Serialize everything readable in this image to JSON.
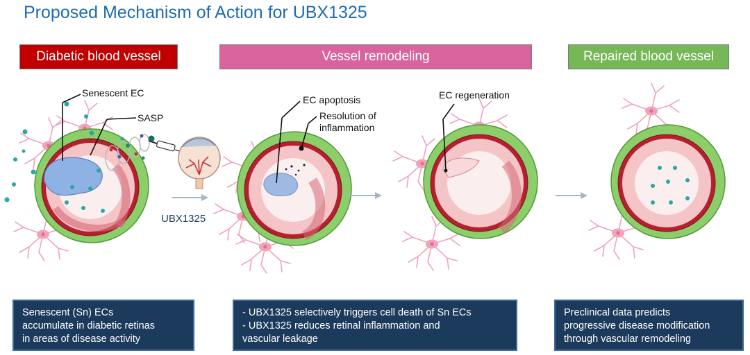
{
  "title": "Proposed Mechanism of Action for UBX1325",
  "stages": {
    "diabetic": "Diabetic blood vessel",
    "remodeling": "Vessel remodeling",
    "repaired": "Repaired blood vessel"
  },
  "labels": {
    "senescent_ec": "Senescent EC",
    "sasp": "SASP",
    "drug": "UBX1325",
    "ec_apoptosis": "EC apoptosis",
    "resolution_line1": "Resolution of",
    "resolution_line2": "inflammation",
    "ec_regeneration": "EC regeneration"
  },
  "boxes": {
    "left": [
      "Senescent (Sn) ECs",
      "accumulate in diabetic retinas",
      "in areas of disease activity"
    ],
    "middle": [
      "- UBX1325 selectively triggers cell death of Sn ECs",
      "- UBX1325 reduces retinal inflammation and",
      "vascular leakage"
    ],
    "right": [
      "Preclinical data predicts",
      "progressive disease modification",
      "through vascular remodeling"
    ]
  },
  "colors": {
    "title": "#1f6bb0",
    "diabetic": "#c00000",
    "remodeling": "#d9649d",
    "repaired": "#76b757",
    "box_bg": "#1b3a5c",
    "vessel_red": "#b51f2e",
    "vessel_green": "#8ccf6a",
    "sasp_teal": "#2aa7a5"
  }
}
